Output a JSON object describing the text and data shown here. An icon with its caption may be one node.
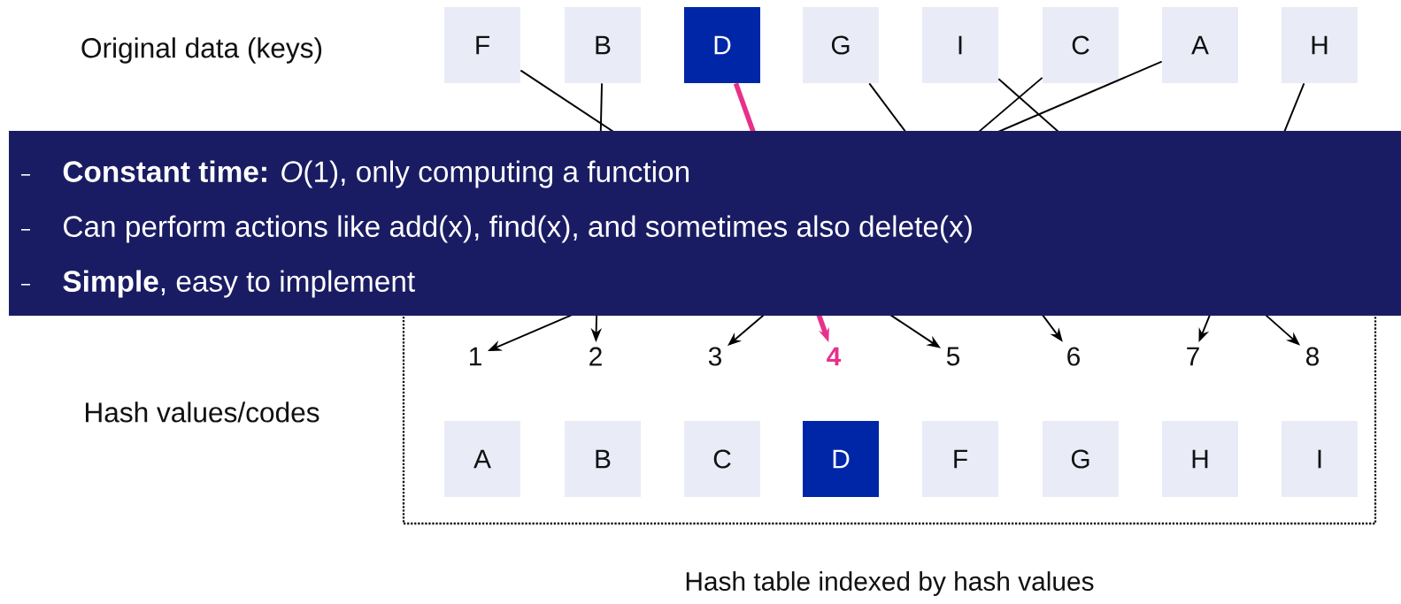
{
  "diagram": {
    "nodes": [
      {
        "text": [
          "F"
        ]
      },
      {
        "text": [
          "B"
        ]
      },
      {
        "text": [
          "D"
        ]
      },
      {
        "text": [
          "G"
        ]
      },
      {
        "text": [
          "I"
        ]
      },
      {
        "text": [
          "C"
        ]
      },
      {
        "text": [
          "A"
        ]
      },
      {
        "text": [
          "H"
        ]
      },
      {
        "text": [],
        "shape": "box",
        "beside": [
          "Hash table indexed by hash values"
        ]
      },
      {
        "text": [
          "1"
        ],
        "in": 8
      },
      {
        "text": [
          "2"
        ],
        "in": 8
      },
      {
        "text": [
          "3"
        ],
        "in": 8
      },
      {
        "text": [
          "4"
        ],
        "in": 8
      },
      {
        "text": [
          "5"
        ],
        "in": 8
      },
      {
        "text": [
          "6"
        ],
        "in": 8
      },
      {
        "text": [
          "7"
        ],
        "in": 8
      },
      {
        "text": [
          "8"
        ],
        "in": 8
      },
      {
        "text": [
          "A"
        ],
        "in": 8
      },
      {
        "text": [
          "B"
        ],
        "in": 8
      },
      {
        "text": [
          "C"
        ],
        "in": 8
      },
      {
        "text": [
          "D"
        ],
        "in": 8
      },
      {
        "text": [
          "F"
        ],
        "in": 8
      },
      {
        "text": [
          "G"
        ],
        "in": 8
      },
      {
        "text": [
          "H"
        ],
        "in": 8
      },
      {
        "text": [
          "I"
        ],
        "in": 8
      }
    ],
    "edges": [
      {
        "from": 0,
        "to": 13,
        "arrow": "to"
      },
      {
        "from": 1,
        "to": 10,
        "arrow": "to"
      },
      {
        "from": 2,
        "to": 12,
        "arrow": "to",
        "style": "thick",
        "color": "#e8308a"
      },
      {
        "from": 3,
        "to": 14,
        "arrow": "to"
      },
      {
        "from": 4,
        "to": 16,
        "arrow": "to"
      },
      {
        "from": 5,
        "to": 11,
        "arrow": "to"
      },
      {
        "from": 6,
        "to": 9,
        "arrow": "to"
      },
      {
        "from": 7,
        "to": 15,
        "arrow": "to"
      }
    ],
    "labels": [
      "Original data (keys)",
      "**Constant time:** *O*(1), only computing a function",
      "Can perform actions like add(x), find(x), and sometimes also delete(x)",
      "**Simple**, easy to implement",
      "Hash values/codes"
    ]
  }
}
